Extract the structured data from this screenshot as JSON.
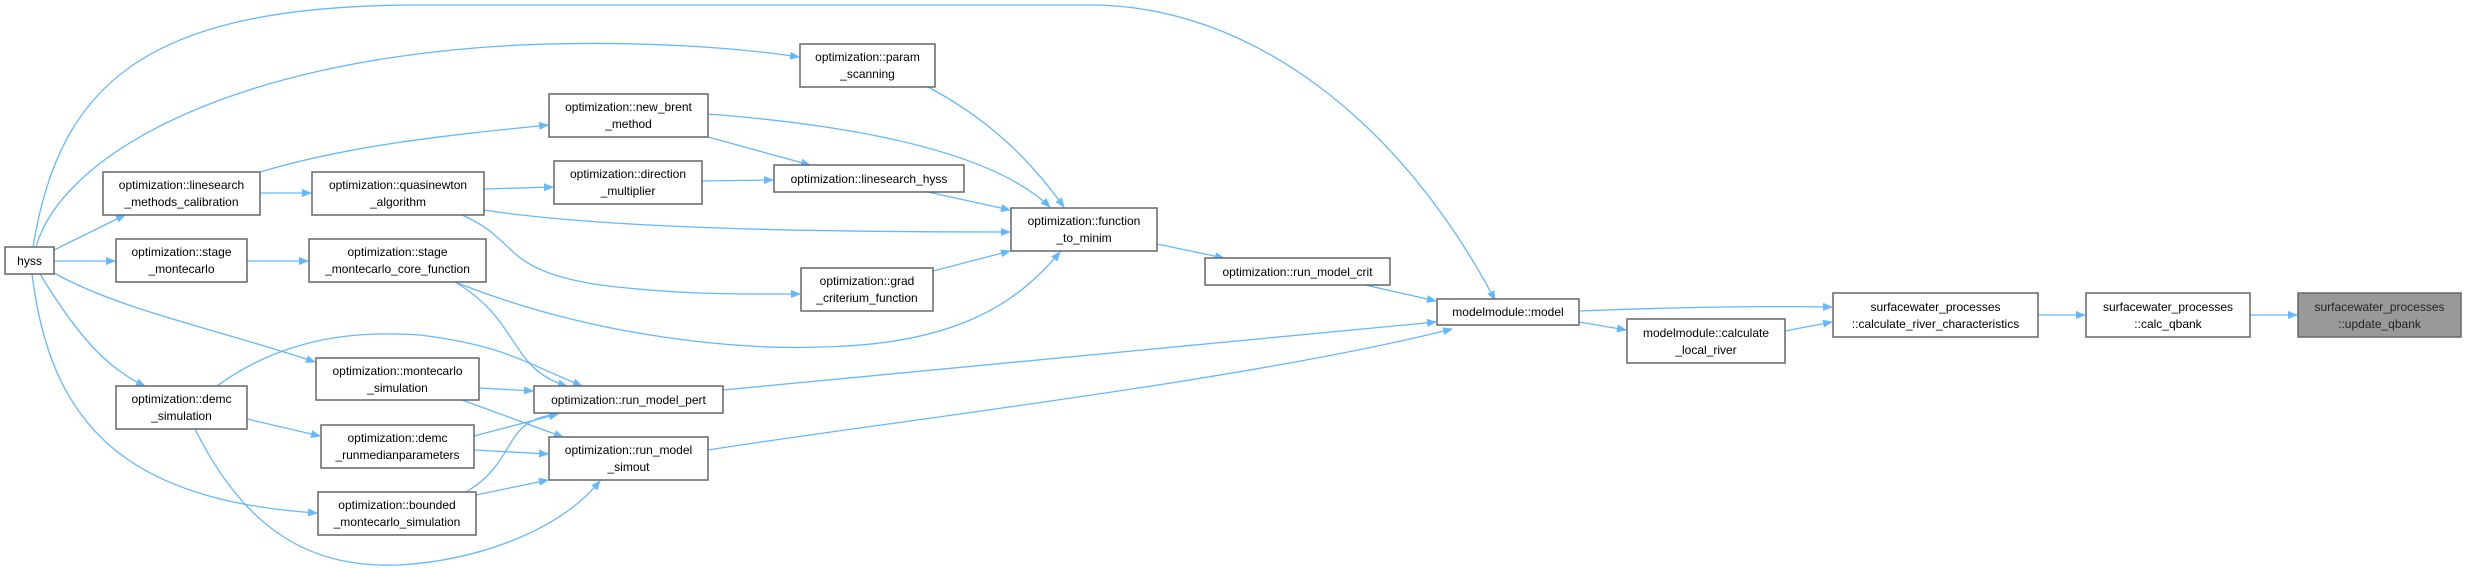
{
  "graph": {
    "type": "caller-graph",
    "edge_color": "#63b8ff",
    "current_node_color": "#999999",
    "nodes": {
      "hyss": [
        "hyss"
      ],
      "lmc": [
        "optimization::linesearch",
        "_methods_calibration"
      ],
      "stage_mc": [
        "optimization::stage",
        "_montecarlo"
      ],
      "demc_sim": [
        "optimization::demc",
        "_simulation"
      ],
      "quasi": [
        "optimization::quasinewton",
        "_algorithm"
      ],
      "smc_core": [
        "optimization::stage",
        "_montecarlo_core_function"
      ],
      "mc_sim": [
        "optimization::montecarlo",
        "_simulation"
      ],
      "demc_run": [
        "optimization::demc",
        "_runmedianparameters"
      ],
      "bounded": [
        "optimization::bounded",
        "_montecarlo_simulation"
      ],
      "new_brent": [
        "optimization::new_brent",
        "_method"
      ],
      "direction": [
        "optimization::direction",
        "_multiplier"
      ],
      "param": [
        "optimization::param",
        "_scanning"
      ],
      "ls_hyss": [
        "optimization::linesearch_hyss"
      ],
      "ftm": [
        "optimization::function",
        "_to_minim"
      ],
      "grad": [
        "optimization::grad",
        "_criterium_function"
      ],
      "pert": [
        "optimization::run_model_pert"
      ],
      "simout": [
        "optimization::run_model",
        "_simout"
      ],
      "crit": [
        "optimization::run_model_crit"
      ],
      "model": [
        "modelmodule::model"
      ],
      "local": [
        "modelmodule::calculate",
        "_local_river"
      ],
      "river": [
        "surfacewater_processes",
        "::calculate_river_characteristics"
      ],
      "qbank": [
        "surfacewater_processes",
        "::calc_qbank"
      ],
      "update": [
        "surfacewater_processes",
        "::update_qbank"
      ]
    }
  }
}
